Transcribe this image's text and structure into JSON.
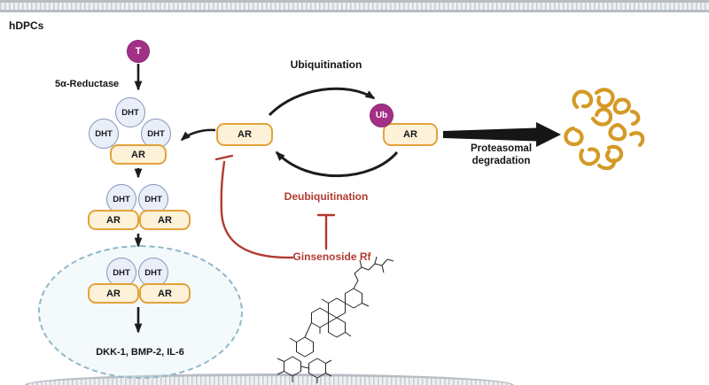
{
  "diagram": {
    "cell_label": "hDPCs",
    "nodes": {
      "testosterone": "T",
      "dht": "DHT",
      "androgen_receptor": "AR",
      "ubiquitin": "Ub"
    },
    "processes": {
      "enzyme": "5α-Reductase",
      "ubiquitination": "Ubiquitination",
      "deubiquitination": "Deubiquitination",
      "proteasomal_degradation_line1": "Proteasomal",
      "proteasomal_degradation_line2": "degradation"
    },
    "inhibitor": "Ginsenoside Rf",
    "downstream_targets": "DKK-1, BMP-2, IL-6"
  },
  "colors": {
    "testosterone_ubiquitin": "#a23086",
    "dht_fill": "#e9eef8",
    "dht_border": "#8495ba",
    "ar_fill": "#fdf1d8",
    "ar_border": "#e2a33c",
    "inhibition_red": "#b23a31",
    "degraded_protein_gold": "#d49a26",
    "arrow_black": "#1c1c1c",
    "nucleus_border": "#8fb6c9",
    "membrane_gray": "#c7cbd1"
  }
}
